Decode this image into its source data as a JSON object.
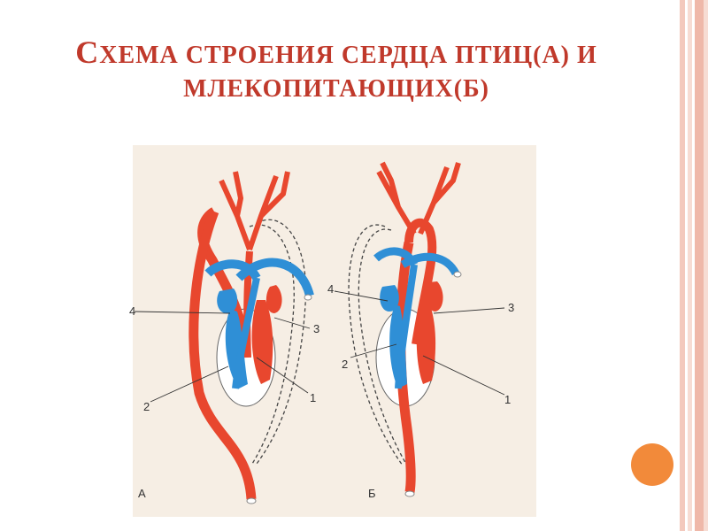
{
  "slide": {
    "title_cap": "С",
    "title_rest_line1": "ХЕМА СТРОЕНИЯ СЕРДЦА ПТИЦ(А) И",
    "title_line2": "МЛЕКОПИТАЮЩИХ(Б)"
  },
  "figure": {
    "panel_a": {
      "letter": "А",
      "labels": {
        "n1": "1",
        "n2": "2",
        "n3": "3",
        "n4": "4"
      }
    },
    "panel_b": {
      "letter": "Б",
      "labels": {
        "n1": "1",
        "n2": "2",
        "n3": "3",
        "n4": "4"
      }
    }
  },
  "colors": {
    "title": "#c0392b",
    "artery": "#e8472e",
    "vein": "#2f8fd6",
    "accent_dot": "#f28a3a"
  }
}
